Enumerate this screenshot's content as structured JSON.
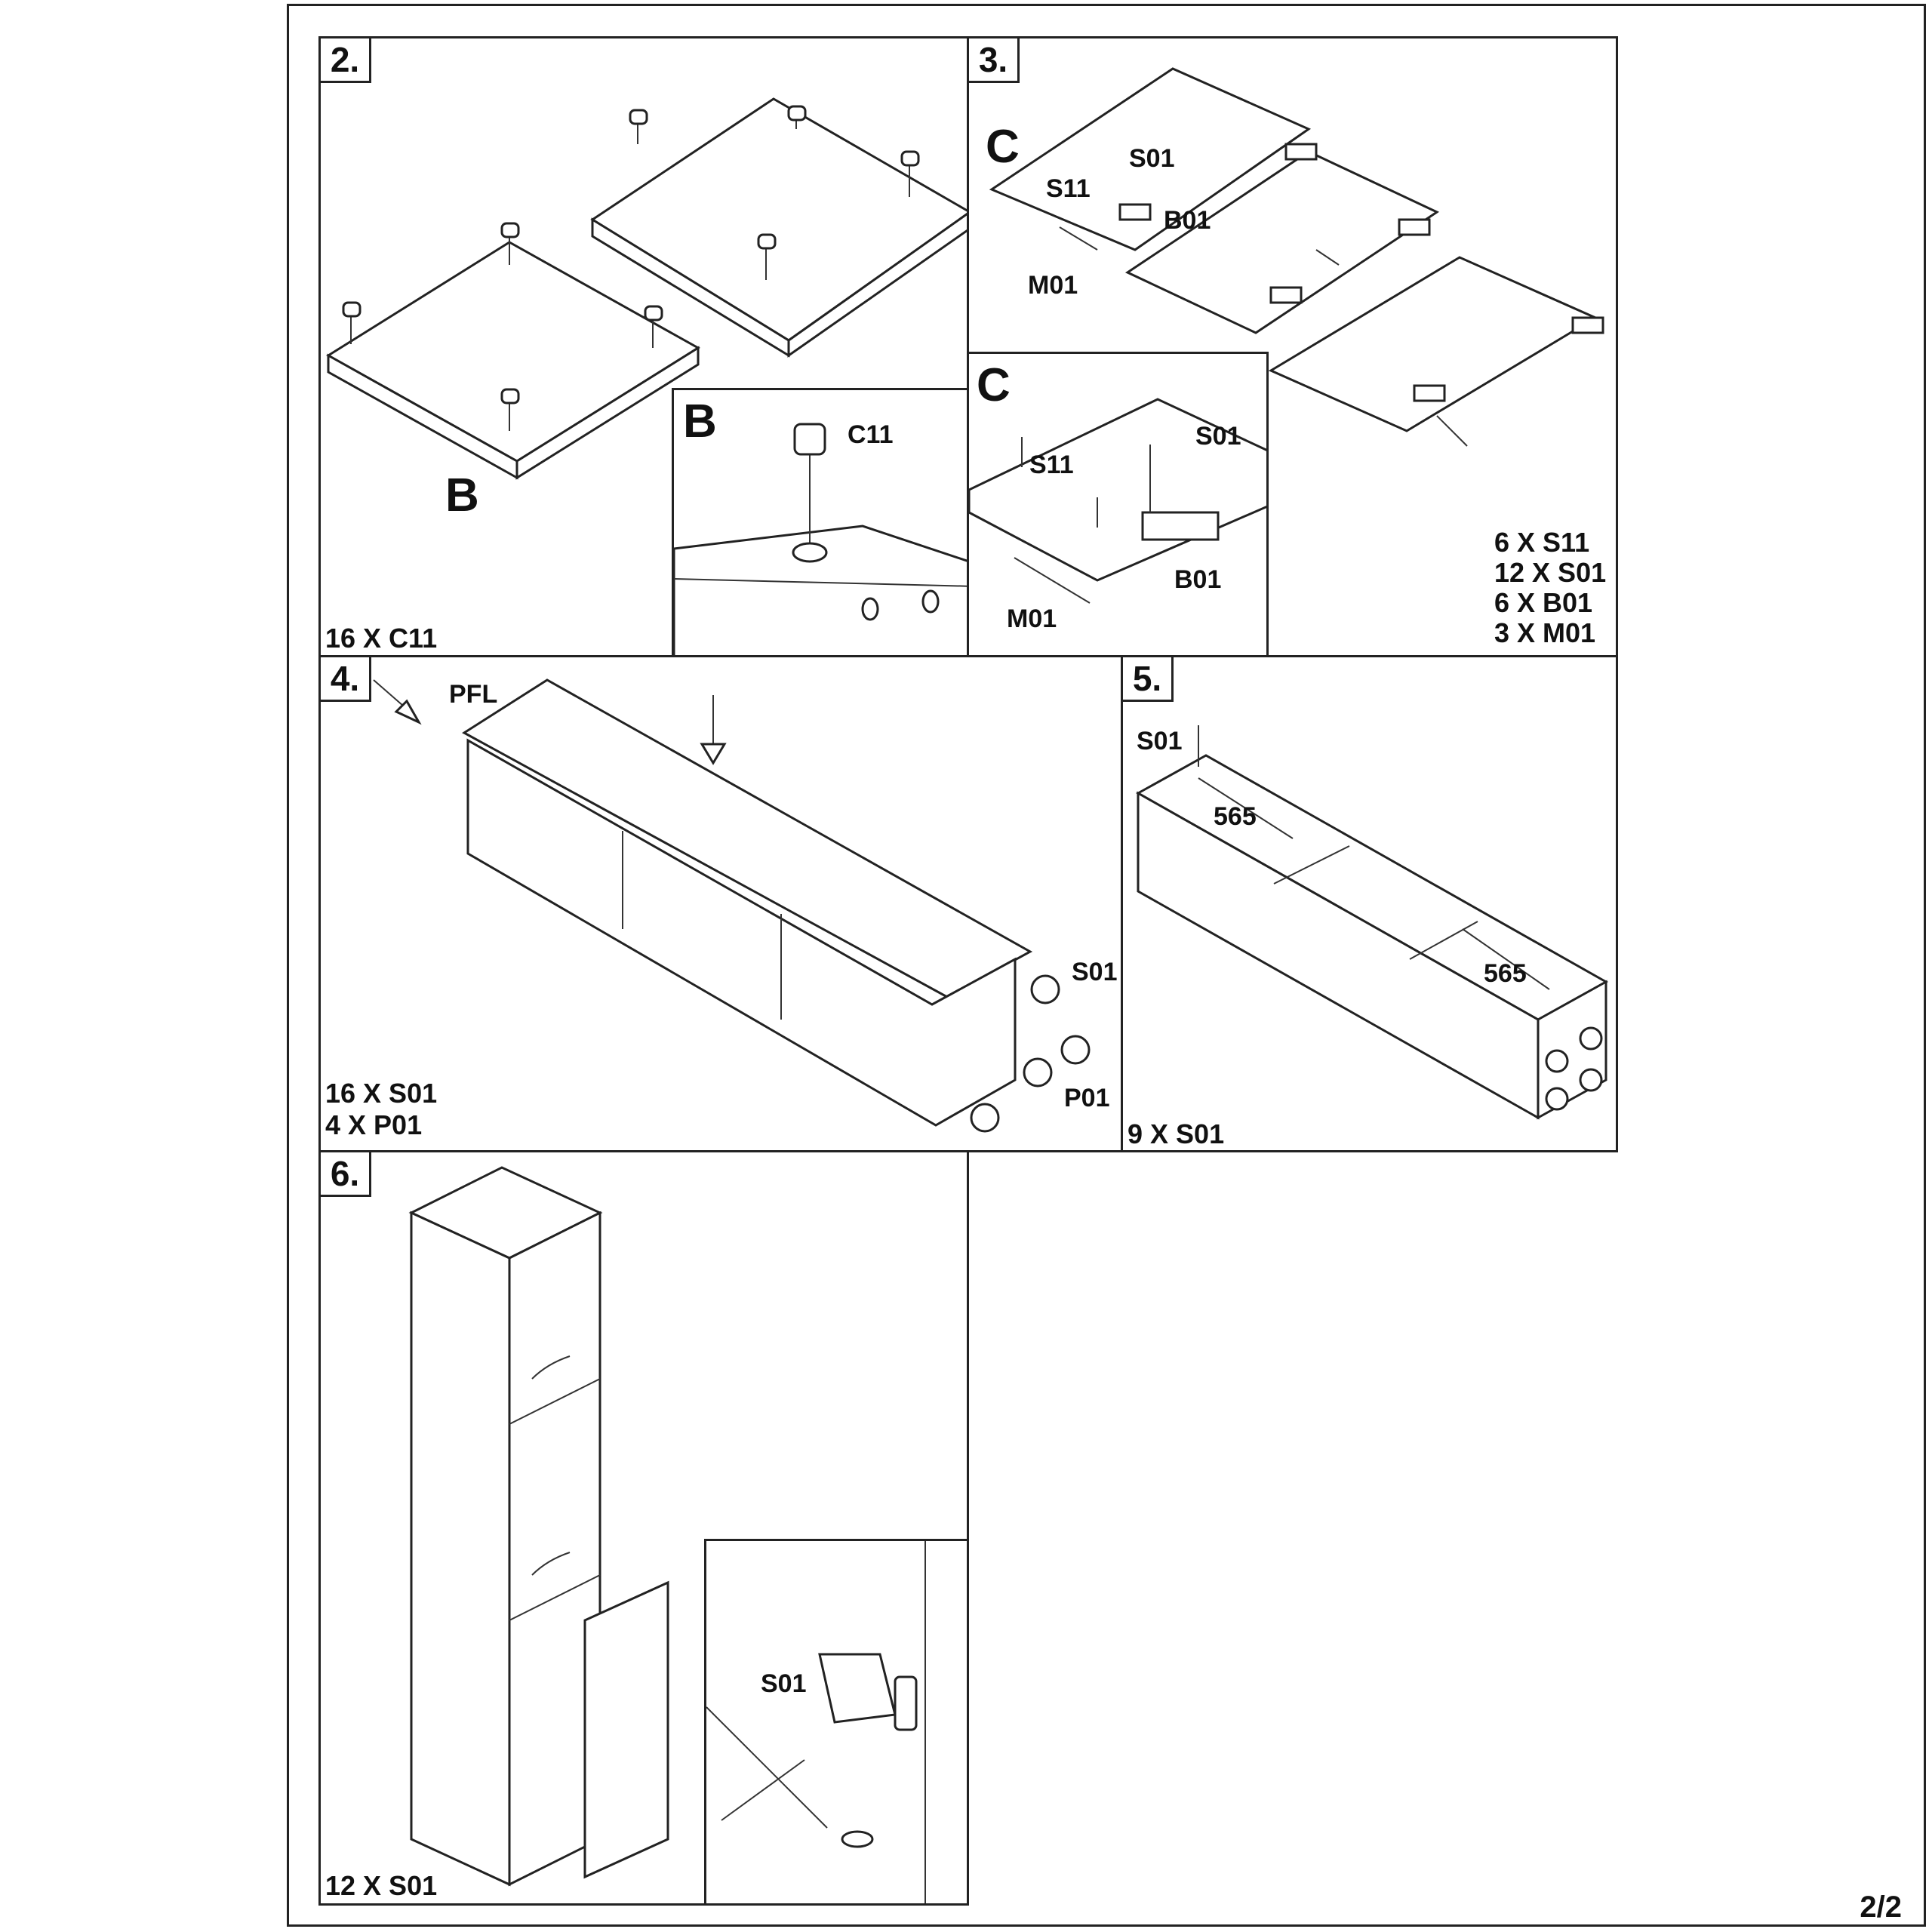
{
  "page": {
    "number": "2/2"
  },
  "step2": {
    "number": "2.",
    "qty": "16 X C11",
    "part_label": "B",
    "inset": {
      "label": "B",
      "part": "C11"
    }
  },
  "step3": {
    "number": "3.",
    "panel_label": "C",
    "labels": {
      "s11": "S11",
      "s01": "S01",
      "b01": "B01",
      "m01": "M01"
    },
    "inset": {
      "label": "C",
      "s11": "S11",
      "s01": "S01",
      "b01": "B01",
      "m01": "M01"
    },
    "qty": [
      "6 X S11",
      "12 X S01",
      "6 X B01",
      "3 X M01"
    ]
  },
  "step4": {
    "number": "4.",
    "label_pfl": "PFL",
    "label_s01": "S01",
    "label_p01": "P01",
    "qty": [
      "16 X S01",
      "4 X P01"
    ]
  },
  "step5": {
    "number": "5.",
    "label_s01": "S01",
    "dimension_1": "565",
    "dimension_2": "565",
    "qty": "9 X S01"
  },
  "step6": {
    "number": "6.",
    "qty": "12 X S01",
    "inset": {
      "s01": "S01"
    }
  }
}
